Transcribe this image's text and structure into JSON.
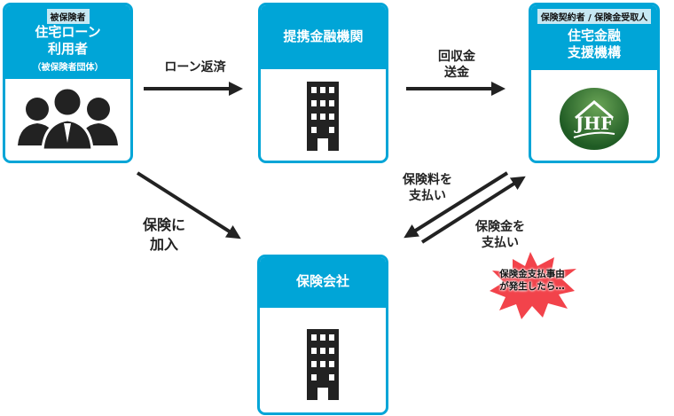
{
  "borrower": {
    "tag": "被保険者",
    "title1": "住宅ローン",
    "title2": "利用者",
    "sub": "（被保険者団体）"
  },
  "bank": {
    "title": "提携金融機関"
  },
  "jhf": {
    "tag": "保険契約者 / 保険金受取人",
    "title1": "住宅金融",
    "title2": "支援機構",
    "logo_text": "JHF"
  },
  "insurer": {
    "title": "保険会社"
  },
  "arrows": {
    "loan_repay": "ローン返済",
    "collect1": "回収金",
    "collect2": "送金",
    "join1": "保険に",
    "join2": "加入",
    "premium1": "保険料を",
    "premium2": "支払い",
    "benefit1": "保険金を",
    "benefit2": "支払い"
  },
  "burst": {
    "line1": "保険金支払事由",
    "line2": "が発生したら…"
  },
  "colors": {
    "accent": "#00a5d7",
    "burst": "#f2434b"
  }
}
